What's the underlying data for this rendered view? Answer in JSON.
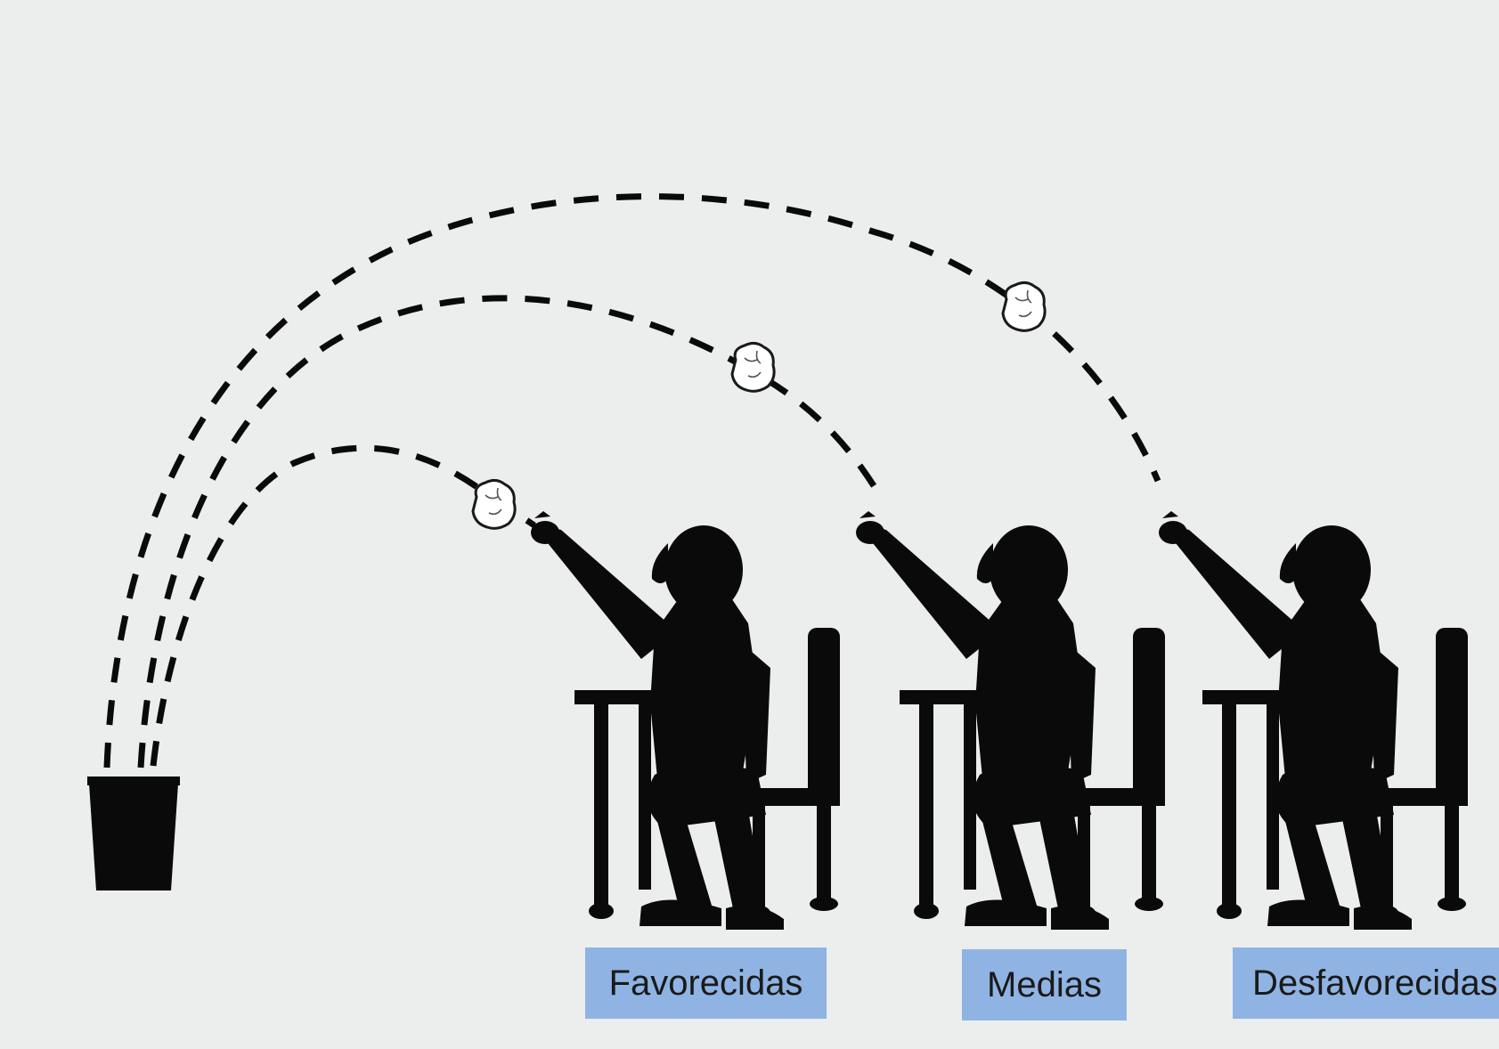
{
  "labels": {
    "favorecidas": "Favorecidas",
    "medias": "Medias",
    "desfavorecidas": "Desfavorecidas"
  },
  "colors": {
    "background": "#eceeed",
    "silhouette": "#0a0a0a",
    "label_box": "#8fb4e3"
  },
  "icons": [
    "trash-bin-icon",
    "paper-ball-icon",
    "student-silhouette-icon",
    "desk-icon"
  ]
}
